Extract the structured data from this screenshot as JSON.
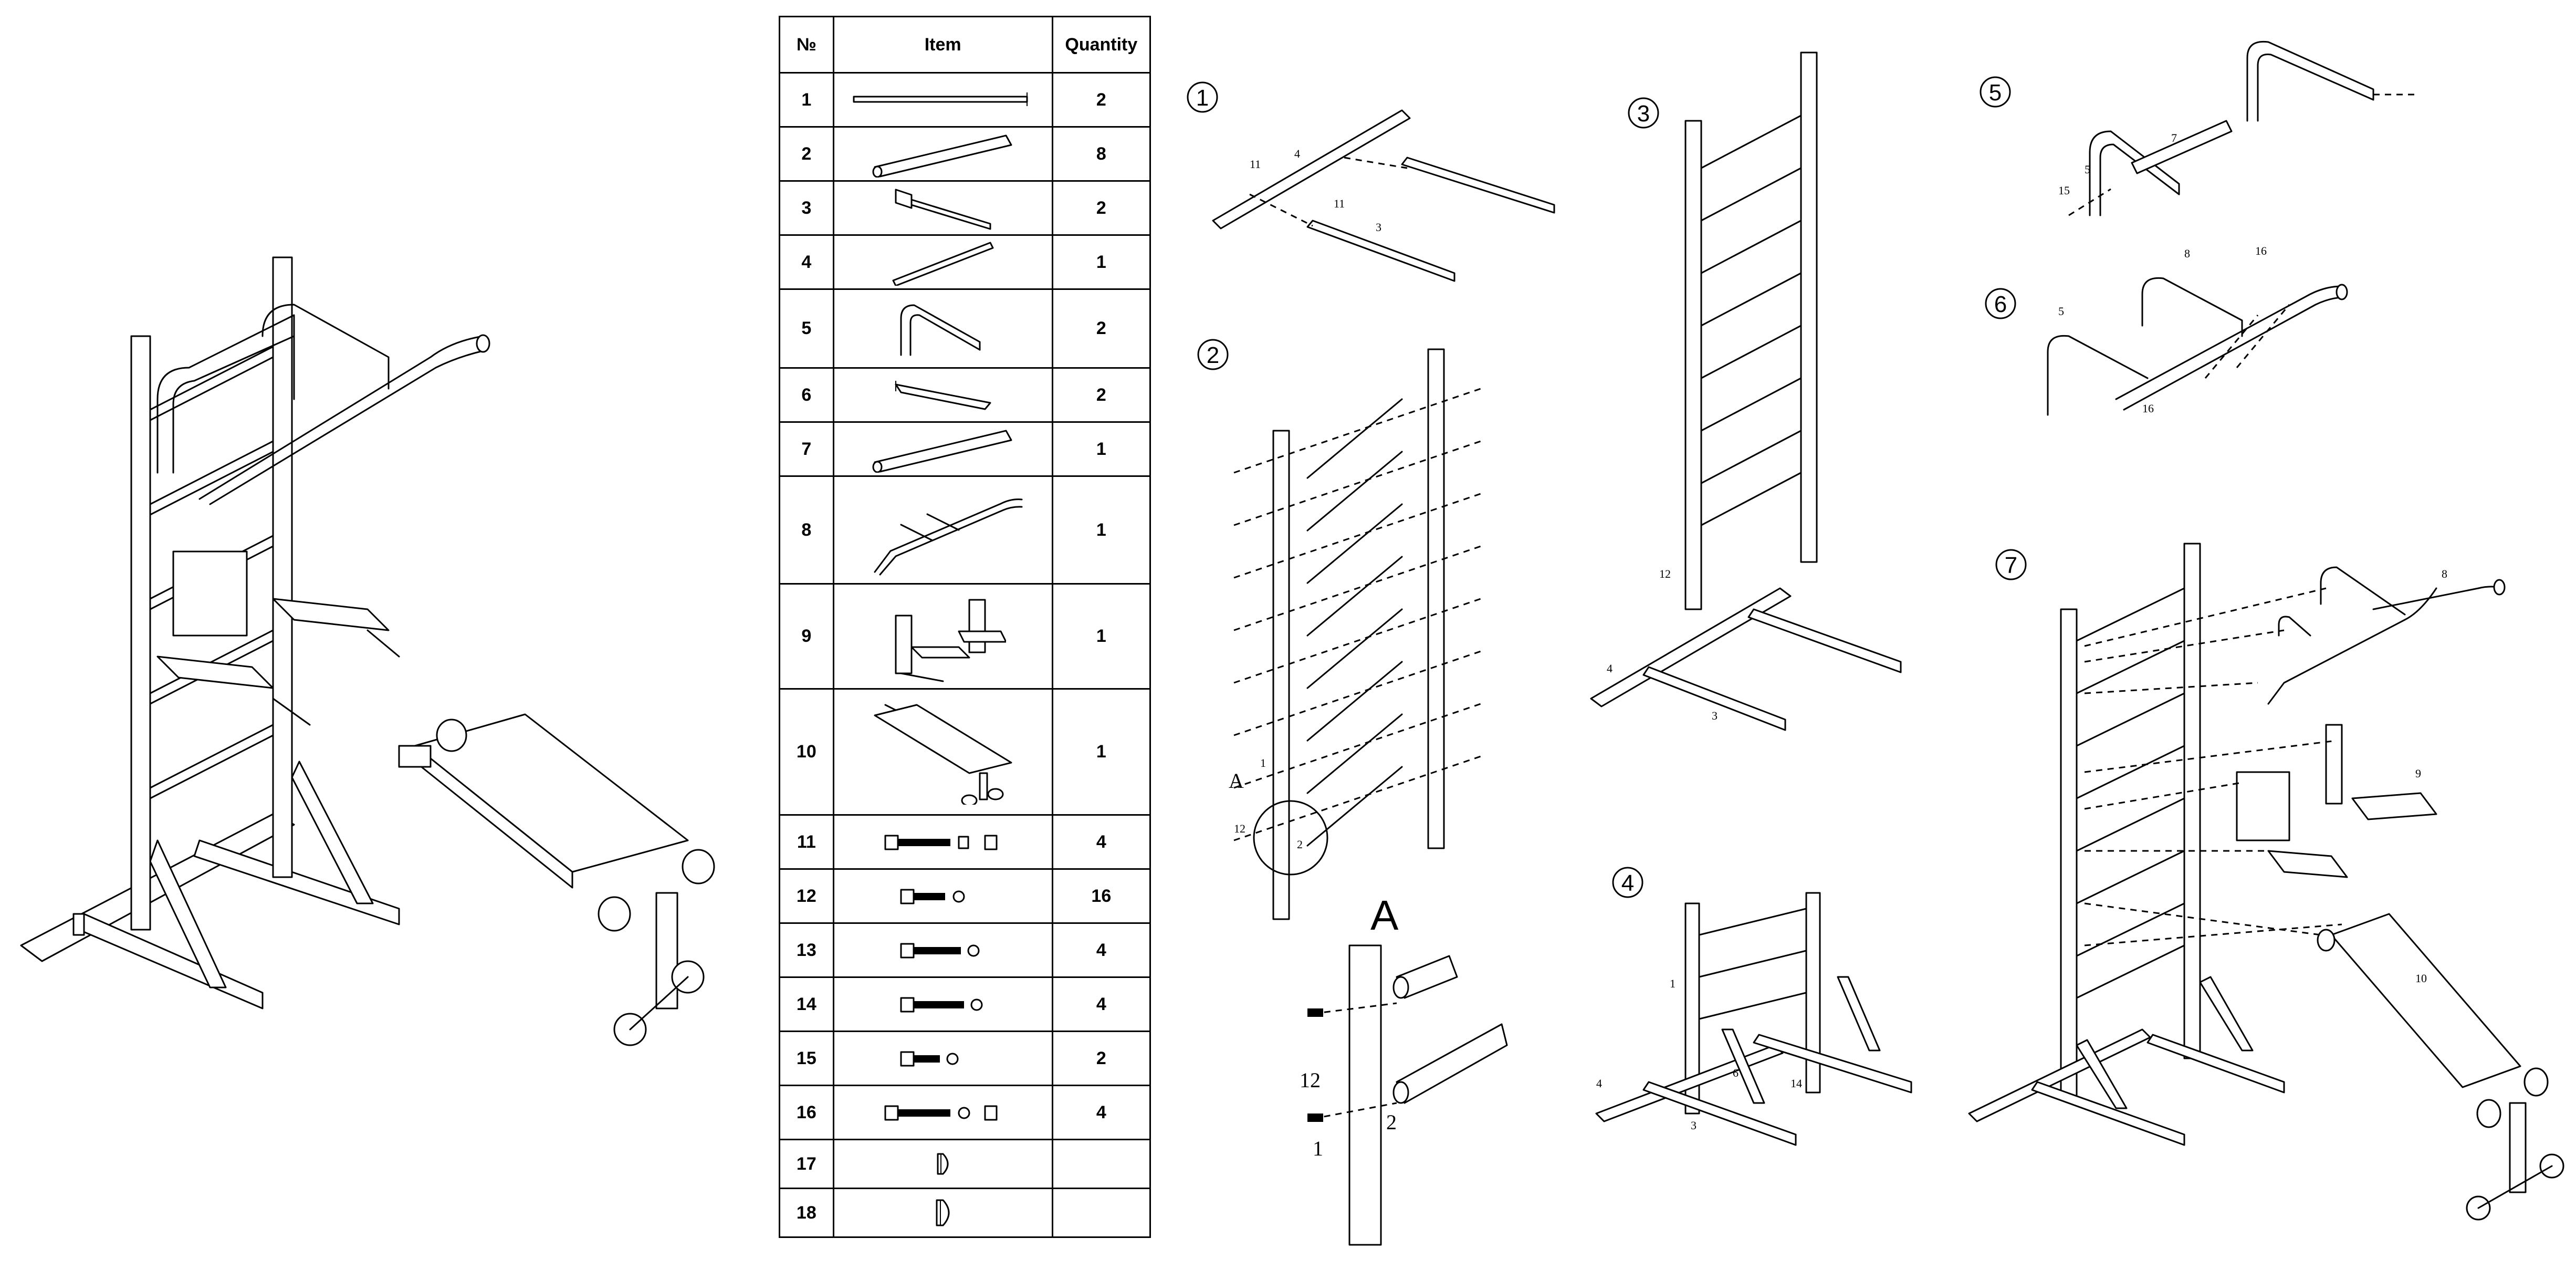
{
  "table": {
    "headers": {
      "num": "№",
      "item": "Item",
      "qty": "Quantity"
    },
    "rows": [
      {
        "num": "1",
        "icon": "long-rail-icon",
        "qty": "2"
      },
      {
        "num": "2",
        "icon": "rung-tube-icon",
        "qty": "8"
      },
      {
        "num": "3",
        "icon": "bracket-bar-icon",
        "qty": "2"
      },
      {
        "num": "4",
        "icon": "base-bar-icon",
        "qty": "1"
      },
      {
        "num": "5",
        "icon": "bent-handle-icon",
        "qty": "2"
      },
      {
        "num": "6",
        "icon": "support-brace-icon",
        "qty": "2"
      },
      {
        "num": "7",
        "icon": "short-tube-icon",
        "qty": "1"
      },
      {
        "num": "8",
        "icon": "pull-up-bar-icon",
        "qty": "1"
      },
      {
        "num": "9",
        "icon": "dip-station-icon",
        "qty": "1"
      },
      {
        "num": "10",
        "icon": "bench-icon",
        "qty": "1"
      },
      {
        "num": "11",
        "icon": "bolt-nut-set-icon",
        "qty": "4"
      },
      {
        "num": "12",
        "icon": "bolt-washer-icon",
        "qty": "16"
      },
      {
        "num": "13",
        "icon": "bolt-washer-icon",
        "qty": "4"
      },
      {
        "num": "14",
        "icon": "bolt-washer-icon",
        "qty": "4"
      },
      {
        "num": "15",
        "icon": "bolt-washer-icon",
        "qty": "2"
      },
      {
        "num": "16",
        "icon": "bolt-nut-set-icon",
        "qty": "4"
      },
      {
        "num": "17",
        "icon": "end-cap-icon",
        "qty": ""
      },
      {
        "num": "18",
        "icon": "end-cap-icon",
        "qty": ""
      }
    ]
  },
  "steps": {
    "s1": "1",
    "s2": "2",
    "s3": "3",
    "s4": "4",
    "s5": "5",
    "s6": "6",
    "s7": "7"
  },
  "detail_label": "A",
  "callouts": {
    "c_a": "A",
    "c1": "1",
    "c2": "2",
    "c3": "3",
    "c4": "4",
    "c5": "5",
    "c6": "6",
    "c7": "7",
    "c8": "8",
    "c9": "9",
    "c10": "10",
    "c11": "11",
    "c12": "12",
    "c14": "14",
    "c15": "15",
    "c16": "16"
  }
}
